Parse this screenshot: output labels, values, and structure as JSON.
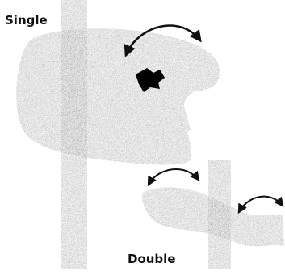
{
  "labels": {
    "single": "Single",
    "double": "Double"
  },
  "colors": {
    "background": "#ffffff",
    "stipple_light": "#d2d2d2",
    "stipple_mid": "#8a8a8a",
    "stipple_dark": "#3a3a3a",
    "arrow": "#111111",
    "hole": "#000000"
  },
  "icons": {
    "single_rotation": "double-headed-curved-arrow",
    "double_rotation": "double-headed-curved-arrow"
  }
}
